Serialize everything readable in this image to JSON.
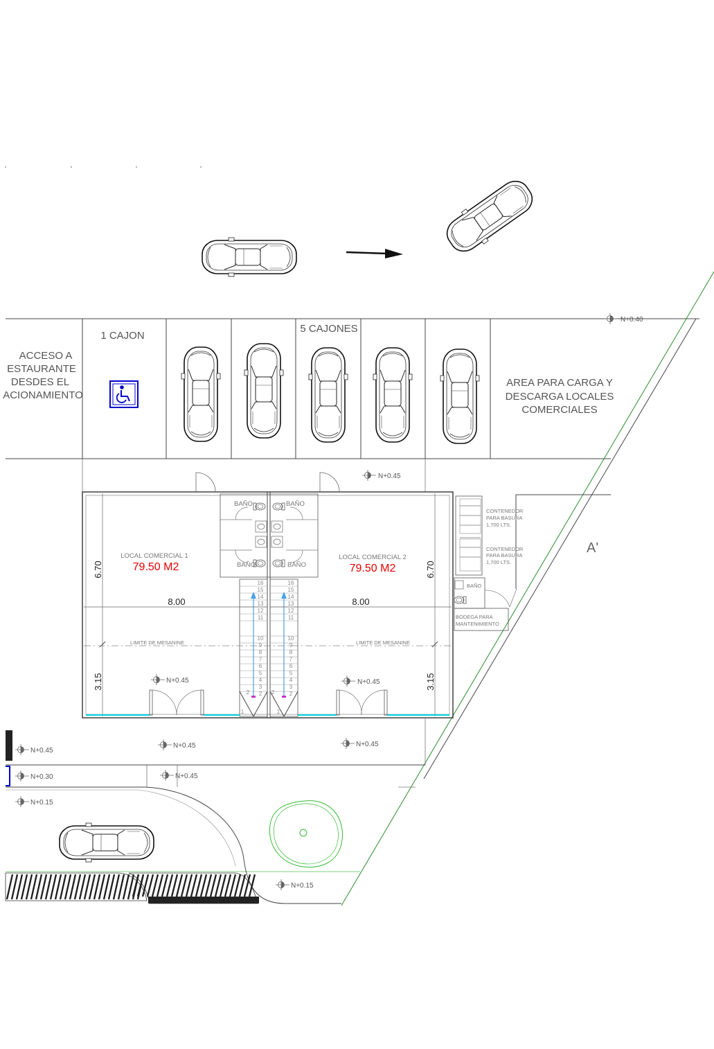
{
  "labels": {
    "cajon_1": "1 CAJON",
    "cajones_5": "5 CAJONES",
    "acceso_line1": "ACCESO A",
    "acceso_line2": "ESTAURANTE",
    "acceso_line3": "DESDES EL",
    "acceso_line4": "ACIONAMIENTO",
    "carga_line1": "AREA PARA CARGA Y",
    "carga_line2": "DESCARGA LOCALES",
    "carga_line3": "COMERCIALES",
    "local1_name": "LOCAL COMERCIAL 1",
    "local1_area": "79.50 M2",
    "local2_name": "LOCAL COMERCIAL 2",
    "local2_area": "79.50 M2",
    "bano": "BAÑO",
    "mesanine": "LIMITE DE MESANINE",
    "contenedor_line1": "CONTENEDOR",
    "contenedor_line2": "PARA BASURA",
    "contenedor_line3": "1,700 LTS.",
    "bodega_line1": "BODEGA PARA",
    "bodega_line2": "MANTENIMIENTO",
    "section_mark": "A'"
  },
  "dimensions": {
    "width_left": "8.00",
    "width_right": "8.00",
    "depth_front": "6.70",
    "depth_back": "3.15"
  },
  "levels": {
    "n_040": "N+0.40",
    "n_045": "N+0.45",
    "n_030": "N+0.30",
    "n_015": "N+0.15"
  },
  "stairs": {
    "steps_upper": [
      "16",
      "15",
      "14",
      "13",
      "12",
      "11"
    ],
    "steps_lower": [
      "10",
      "9",
      "8",
      "7",
      "6",
      "5",
      "4",
      "3",
      "2",
      "1"
    ]
  },
  "colors": {
    "area_text": "#e60000",
    "accessibility_sign": "#0000cc",
    "tree": "#33bb33",
    "boundary_line": "#2e8b2e",
    "window_line": "#00d5e5",
    "stair_arrow": "#4aa0e6"
  },
  "icons": [
    "wheelchair-icon",
    "car-icon",
    "arrow-icon",
    "level-marker-icon",
    "tree-icon"
  ]
}
